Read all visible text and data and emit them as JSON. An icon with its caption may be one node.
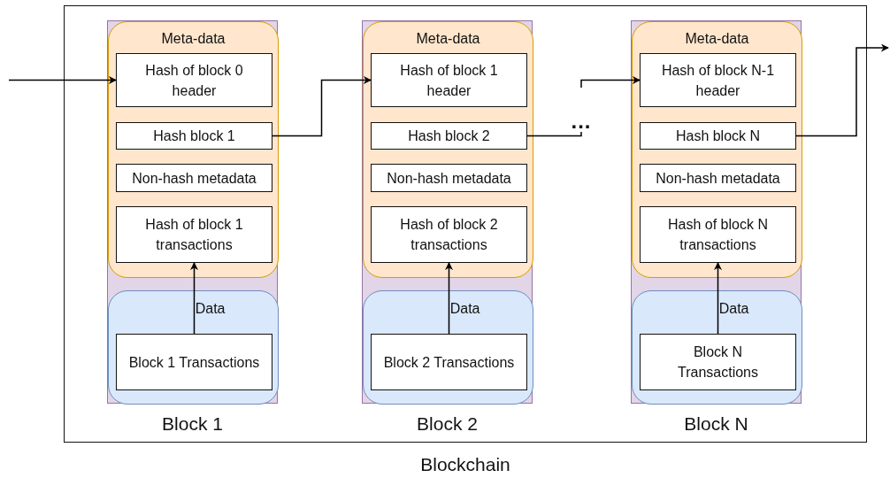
{
  "diagram": {
    "nodes": [
      {
        "text": [
          "Blockchain"
        ]
      },
      {
        "text": [
          "Block 1"
        ],
        "in": 0
      },
      {
        "text": [
          "Meta-data"
        ],
        "in": 1
      },
      {
        "text": [
          "Hash of block 0 header"
        ],
        "in": 2
      },
      {
        "text": [
          "Hash block 1"
        ],
        "in": 2
      },
      {
        "text": [
          "Non-hash metadata"
        ],
        "in": 2
      },
      {
        "text": [
          "Hash of block 1 transactions"
        ],
        "in": 2
      },
      {
        "text": [
          "Data"
        ],
        "in": 1
      },
      {
        "text": [
          "Block 1 Transactions"
        ],
        "in": 7
      },
      {
        "text": [
          "Block 2"
        ],
        "in": 0
      },
      {
        "text": [
          "Meta-data"
        ],
        "in": 9
      },
      {
        "text": [
          "Hash of block 1 header"
        ],
        "in": 10
      },
      {
        "text": [
          "Hash block 2"
        ],
        "in": 10
      },
      {
        "text": [
          "Non-hash metadata"
        ],
        "in": 10
      },
      {
        "text": [
          "Hash of block 2 transactions"
        ],
        "in": 10
      },
      {
        "text": [
          "Data"
        ],
        "in": 9
      },
      {
        "text": [
          "Block 2 Transactions"
        ],
        "in": 15
      },
      {
        "text": [
          "Block N"
        ],
        "in": 0
      },
      {
        "text": [
          "Meta-data"
        ],
        "in": 17
      },
      {
        "text": [
          "Hash of block N-1 header"
        ],
        "in": 18
      },
      {
        "text": [
          "Hash block N"
        ],
        "in": 18
      },
      {
        "text": [
          "Non-hash metadata"
        ],
        "in": 18
      },
      {
        "text": [
          "Hash of block N transactions"
        ],
        "in": 18
      },
      {
        "text": [
          "Data"
        ],
        "in": 17
      },
      {
        "text": [
          "Block N Transactions"
        ],
        "in": 23
      },
      {
        "text": [
          "..."
        ],
        "in": 0
      }
    ],
    "edges": [
      {
        "from": null,
        "to": 3,
        "arrow": "to"
      },
      {
        "from": 4,
        "to": 11,
        "arrow": "to"
      },
      {
        "from": 8,
        "to": 6,
        "arrow": "to"
      },
      {
        "from": 16,
        "to": 14,
        "arrow": "to"
      },
      {
        "from": 12,
        "to": 25,
        "arrow": "none"
      },
      {
        "from": 25,
        "to": 19,
        "arrow": "to"
      },
      {
        "from": 24,
        "to": 22,
        "arrow": "to"
      },
      {
        "from": 20,
        "to": null,
        "arrow": "to"
      }
    ]
  }
}
